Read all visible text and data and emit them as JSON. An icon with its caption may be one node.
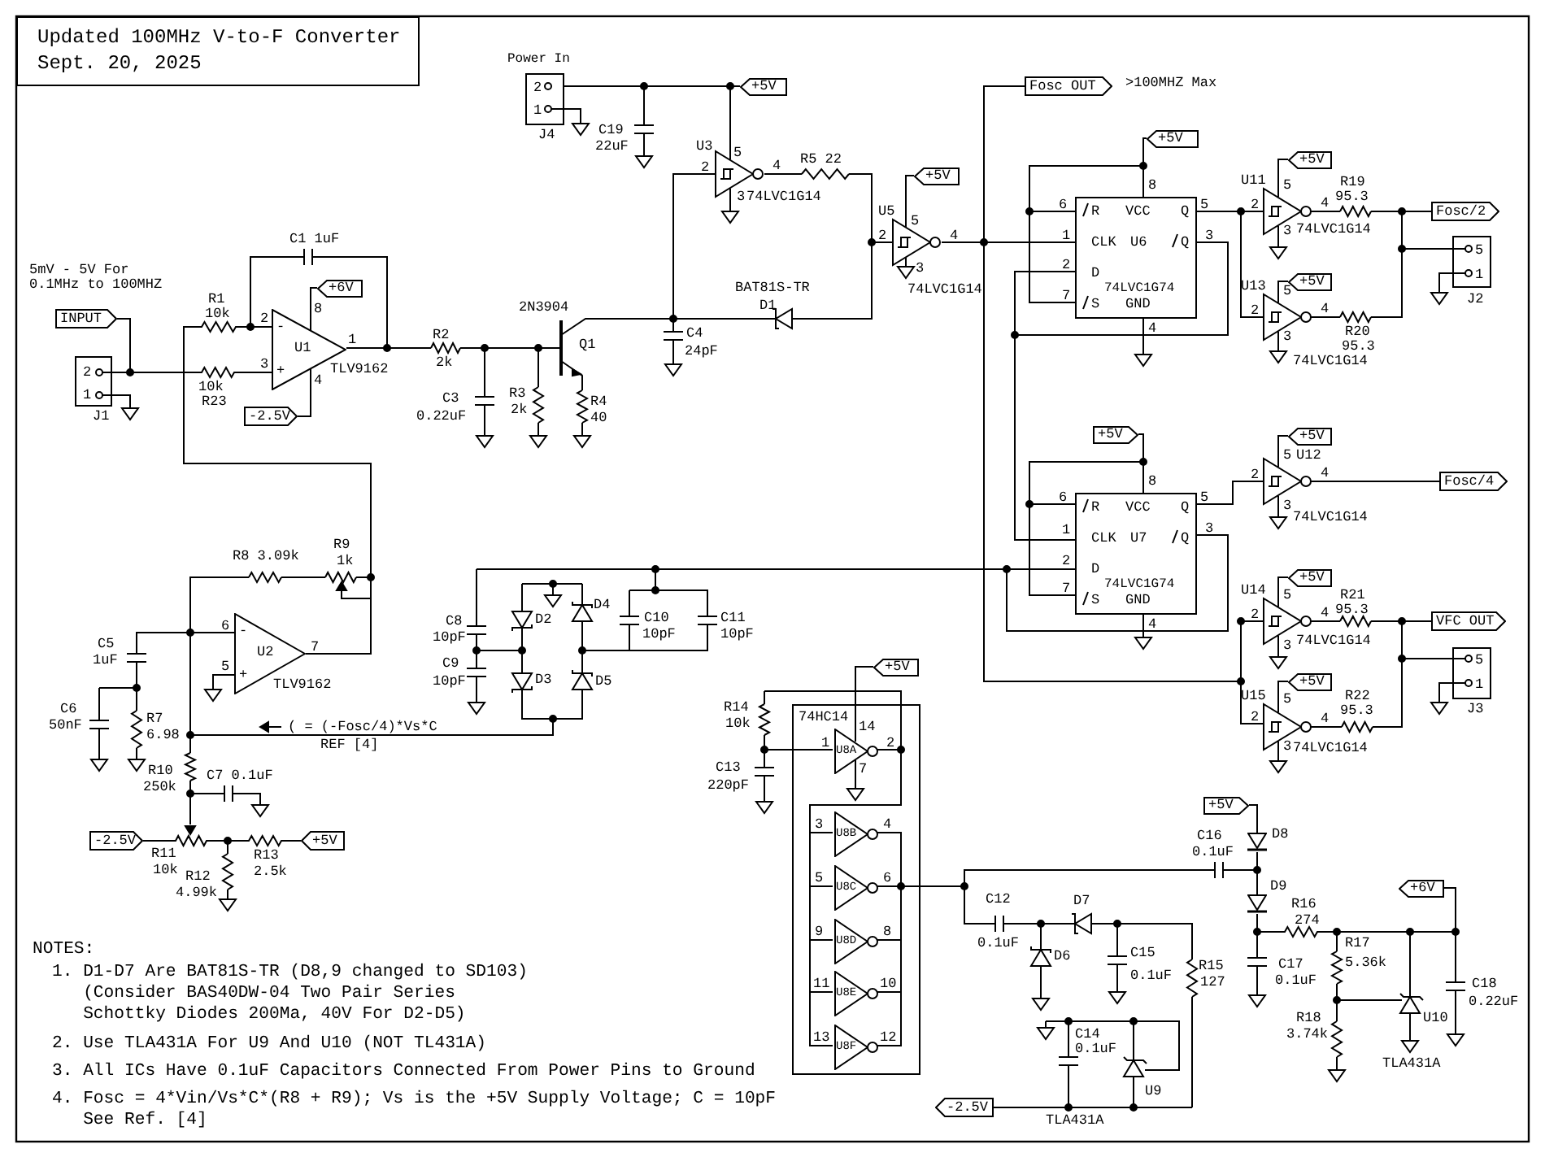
{
  "diagram": {
    "nodes": [
      {
        "text": [
          "Updated 100MHz V-to-F Converter",
          "Sept. 20, 2025"
        ]
      },
      {
        "text": [
          "Power In",
          "2",
          "1"
        ],
        "beside": [
          "J4"
        ]
      },
      {
        "text": [
          "+5V"
        ]
      },
      {
        "text": [
          "Fosc OUT"
        ]
      },
      {
        "text": [
          "+5V"
        ]
      },
      {
        "text": [
          "+5V"
        ]
      },
      {
        "text": [
          "R",
          "VCC",
          "Q",
          "CLK",
          "U6",
          "Q",
          "D",
          "74LVC1G74",
          "S",
          "GND"
        ]
      },
      {
        "text": [
          "Fosc/2"
        ]
      },
      {
        "text": [
          "5",
          "1"
        ],
        "beside": [
          "J2"
        ]
      },
      {
        "text": [
          "+5V"
        ]
      },
      {
        "text": [
          "+6V"
        ]
      },
      {
        "text": [
          "INPUT"
        ]
      },
      {
        "text": [
          "-",
          "U1",
          "+"
        ]
      },
      {
        "text": [
          "2",
          "1"
        ],
        "beside": [
          "J1"
        ]
      },
      {
        "text": [
          "+5V"
        ]
      },
      {
        "text": [
          "-2.5V"
        ]
      },
      {
        "text": [
          "+5V"
        ]
      },
      {
        "text": [
          "+5V"
        ]
      },
      {
        "text": [
          "Fosc/4"
        ]
      },
      {
        "text": [
          "R",
          "VCC",
          "Q",
          "CLK",
          "U7",
          "Q",
          "D",
          "74LVC1G74",
          "S",
          "GND"
        ]
      },
      {
        "text": [
          "+5V"
        ]
      },
      {
        "text": [
          "VFC OUT"
        ]
      },
      {
        "text": [
          "-",
          "U2",
          "+"
        ]
      },
      {
        "text": [
          "5",
          "1"
        ],
        "beside": [
          "J3"
        ]
      },
      {
        "text": [
          "+5V"
        ]
      },
      {
        "text": [
          "+5V"
        ]
      },
      {
        "text": [
          "74HC14"
        ]
      },
      {
        "text": [
          "U8A"
        ],
        "in": 26
      },
      {
        "text": [
          "U8B"
        ],
        "in": 26
      },
      {
        "text": [
          "U8C"
        ],
        "in": 26
      },
      {
        "text": [
          "U8D"
        ],
        "in": 26
      },
      {
        "text": [
          "U8E"
        ],
        "in": 26
      },
      {
        "text": [
          "U8F"
        ],
        "in": 26
      },
      {
        "text": [
          "+5V"
        ]
      },
      {
        "text": [
          "-2.5V"
        ]
      },
      {
        "text": [
          "+5V"
        ]
      },
      {
        "text": [
          "+6V"
        ]
      },
      {
        "text": [
          "-2.5V"
        ]
      },
      {
        "text": [],
        "shape": "diode",
        "beside": [
          "D8"
        ]
      },
      {
        "text": [],
        "shape": "diode",
        "beside": [
          "D9"
        ]
      }
    ],
    "edges": [
      {
        "from": 1,
        "to": 2,
        "arrow": "none"
      },
      {
        "from": 3,
        "to": 6,
        "arrow": "none"
      },
      {
        "from": 4,
        "to": 6,
        "arrow": "none"
      },
      {
        "from": 10,
        "to": 12,
        "arrow": "none"
      },
      {
        "from": 15,
        "to": 12,
        "arrow": "none"
      },
      {
        "from": 11,
        "to": 13,
        "arrow": "none"
      },
      {
        "from": 6,
        "to": 19,
        "arrow": "none"
      },
      {
        "from": 16,
        "to": 19,
        "arrow": "none"
      },
      {
        "from": 7,
        "to": 8,
        "arrow": "none"
      },
      {
        "from": 21,
        "to": 23,
        "arrow": "none"
      },
      {
        "from": 24,
        "to": 27,
        "arrow": "none"
      },
      {
        "from": 27,
        "to": 28,
        "arrow": "none"
      },
      {
        "from": 27,
        "to": 29,
        "arrow": "none"
      },
      {
        "from": 27,
        "to": 30,
        "arrow": "none"
      },
      {
        "from": 27,
        "to": 31,
        "arrow": "none"
      },
      {
        "from": 27,
        "to": 32,
        "arrow": "none"
      },
      {
        "from": 11,
        "to": 12,
        "arrow": "none"
      },
      {
        "from": 22,
        "to": 12,
        "arrow": "none"
      },
      {
        "from": 34,
        "to": 35,
        "arrow": "none"
      },
      {
        "from": 39,
        "to": 36,
        "arrow": "none"
      },
      {
        "from": 28,
        "to": 29,
        "arrow": "none"
      },
      {
        "from": 29,
        "to": 30,
        "arrow": "none"
      },
      {
        "from": 30,
        "to": 31,
        "arrow": "none"
      },
      {
        "from": 31,
        "to": 32,
        "arrow": "none"
      },
      {
        "from": 33,
        "to": 38,
        "arrow": "none"
      },
      {
        "from": 38,
        "to": 39,
        "arrow": "none"
      }
    ],
    "labels": [
      "5mV - 5V For 0.1MHz to 100MHZ",
      "C1 1uF",
      "R1",
      "10k",
      "2",
      "8",
      "1",
      "3",
      "4",
      "TLV9162",
      "10k",
      "R23",
      "R2",
      "2k",
      "C3",
      "0.22uF",
      "C19",
      "22uF",
      "U3",
      "5",
      "2",
      "4",
      "R5 22",
      "3",
      "74LVC1G14",
      "U5",
      "5",
      "2",
      "4",
      "3",
      "BAT81S-TR",
      "74LVC1G14",
      "2N3904",
      "D1",
      "Q1",
      "C4",
      "24pF",
      "R3",
      "2k",
      "R4",
      "40",
      ">100MHZ Max",
      "8",
      "6",
      "5",
      "1",
      "3",
      "2",
      "7",
      "4",
      "U11",
      "5",
      "2",
      "4",
      "3",
      "74LVC1G14",
      "R19",
      "95.3",
      "U13",
      "5",
      "2",
      "4",
      "3",
      "R20",
      "95.3",
      "74LVC1G14",
      "8",
      "6",
      "5",
      "1",
      "3",
      "2",
      "7",
      "4",
      "5",
      "U12",
      "2",
      "4",
      "3",
      "74LVC1G14",
      "U14",
      "5",
      "2",
      "4",
      "R21",
      "95.3",
      "3",
      "74LVC1G14",
      "U15",
      "5",
      "2",
      "4",
      "R22",
      "95.3",
      "3",
      "74LVC1G14",
      "R8 3.09k",
      "R9",
      "1k",
      "6",
      "7",
      "5",
      "TLV9162",
      "C5",
      "1uF",
      "C6",
      "50nF",
      "R7",
      "6.98",
      "( = (-Fosc/4)*Vs*C",
      "REF [4]",
      "R10",
      "250k",
      "C7 0.1uF",
      "R11",
      "10k",
      "R13",
      "2.5k",
      "R12",
      "4.99k",
      "C8",
      "10pF",
      "C9",
      "10pF",
      "D2",
      "D4",
      "C10",
      "10pF",
      "C11",
      "10pF",
      "D3",
      "D5",
      "R14",
      "10k",
      "1",
      "14",
      "2",
      "C13",
      "7",
      "220pF",
      "3",
      "4",
      "5",
      "6",
      "9",
      "8",
      "11",
      "10",
      "13",
      "12",
      "C16",
      "0.1uF",
      "C12",
      "D7",
      "R16",
      "274",
      "0.1uF",
      "D6",
      "C15",
      "0.1uF",
      "R15",
      "127",
      "C17",
      "0.1uF",
      "R17",
      "5.36k",
      "C18",
      "0.22uF",
      "C14",
      "0.1uF",
      "R18",
      "3.74k",
      "U10",
      "U9",
      "TLA431A",
      "TLA431A",
      "NOTES:",
      "1. D1-D7 Are BAT81S-TR (D8,9 changed to SD103) (Consider BAS40DW-04 Two Pair Series Schottky Diodes 200Ma, 40V For D2-D5)",
      "2. Use TLA431A For U9 And U10 (NOT TL431A)",
      "3. All ICs Have 0.1uF Capacitors Connected From Power Pins to Ground",
      "4. Fosc = 4*Vin/Vs*C*(R8 + R9); Vs is the +5V Supply Voltage; C = 10pF See Ref. [4]"
    ]
  }
}
